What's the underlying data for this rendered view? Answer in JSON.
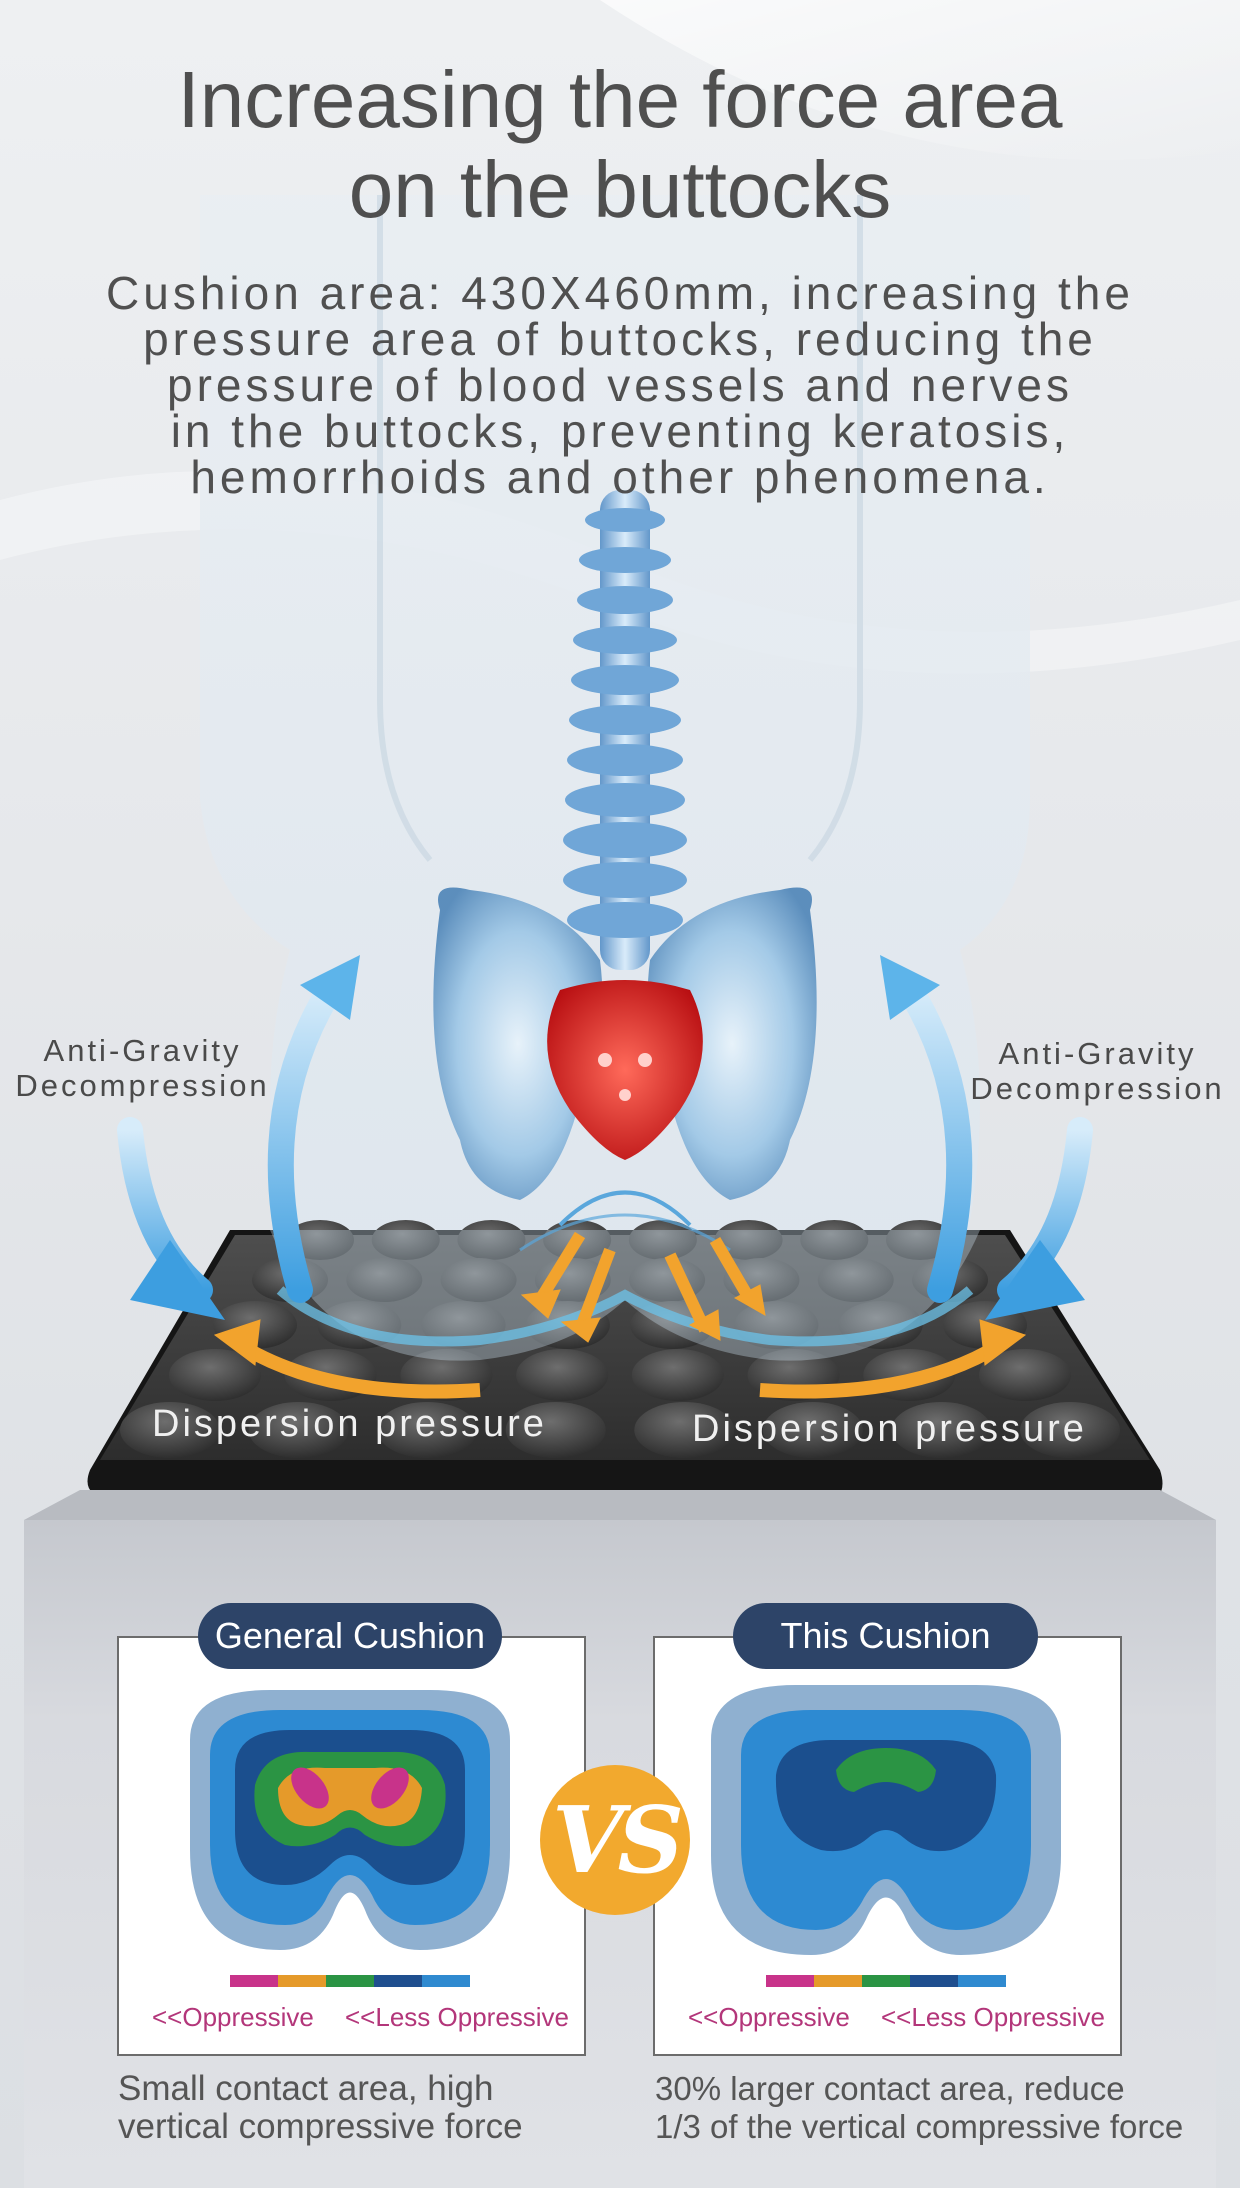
{
  "header": {
    "title_line1": "Increasing the force area",
    "title_line2": "on the buttocks"
  },
  "description": {
    "line1": "Cushion area: 430X460mm, increasing the",
    "line2": "pressure area of buttocks, reducing the",
    "line3": "pressure of blood vessels and nerves",
    "line4": "in the buttocks, preventing keratosis,",
    "line5": "hemorrhoids and other phenomena."
  },
  "illustration": {
    "left_label_line1": "Anti-Gravity",
    "left_label_line2": "Decompression",
    "right_label_line1": "Anti-Gravity",
    "right_label_line2": "Decompression",
    "dispersion_left": "Dispersion pressure",
    "dispersion_right": "Dispersion pressure"
  },
  "comparison": {
    "vs_badge": "VS",
    "left": {
      "title": "General Cushion",
      "legend_oppressive": "<<Oppressive",
      "legend_less": "<<Less Oppressive",
      "caption_line1": "Small contact area, high",
      "caption_line2": "vertical compressive force"
    },
    "right": {
      "title": "This Cushion",
      "legend_oppressive": "<<Oppressive",
      "legend_less": "<<Less Oppressive",
      "caption_line1": "30% larger contact area, reduce",
      "caption_line2": "1/3 of the vertical compressive force"
    },
    "scale_colors": [
      "#c8338a",
      "#e59a2a",
      "#2b9444",
      "#1f4f8f",
      "#2f8ad0"
    ]
  },
  "colors": {
    "pill_navy": "#2d4468",
    "vs_orange": "#f2a92e",
    "arrow_blue": "#4aa6e3",
    "arrow_orange": "#f2a32d",
    "pelvis_red": "#d62222"
  }
}
